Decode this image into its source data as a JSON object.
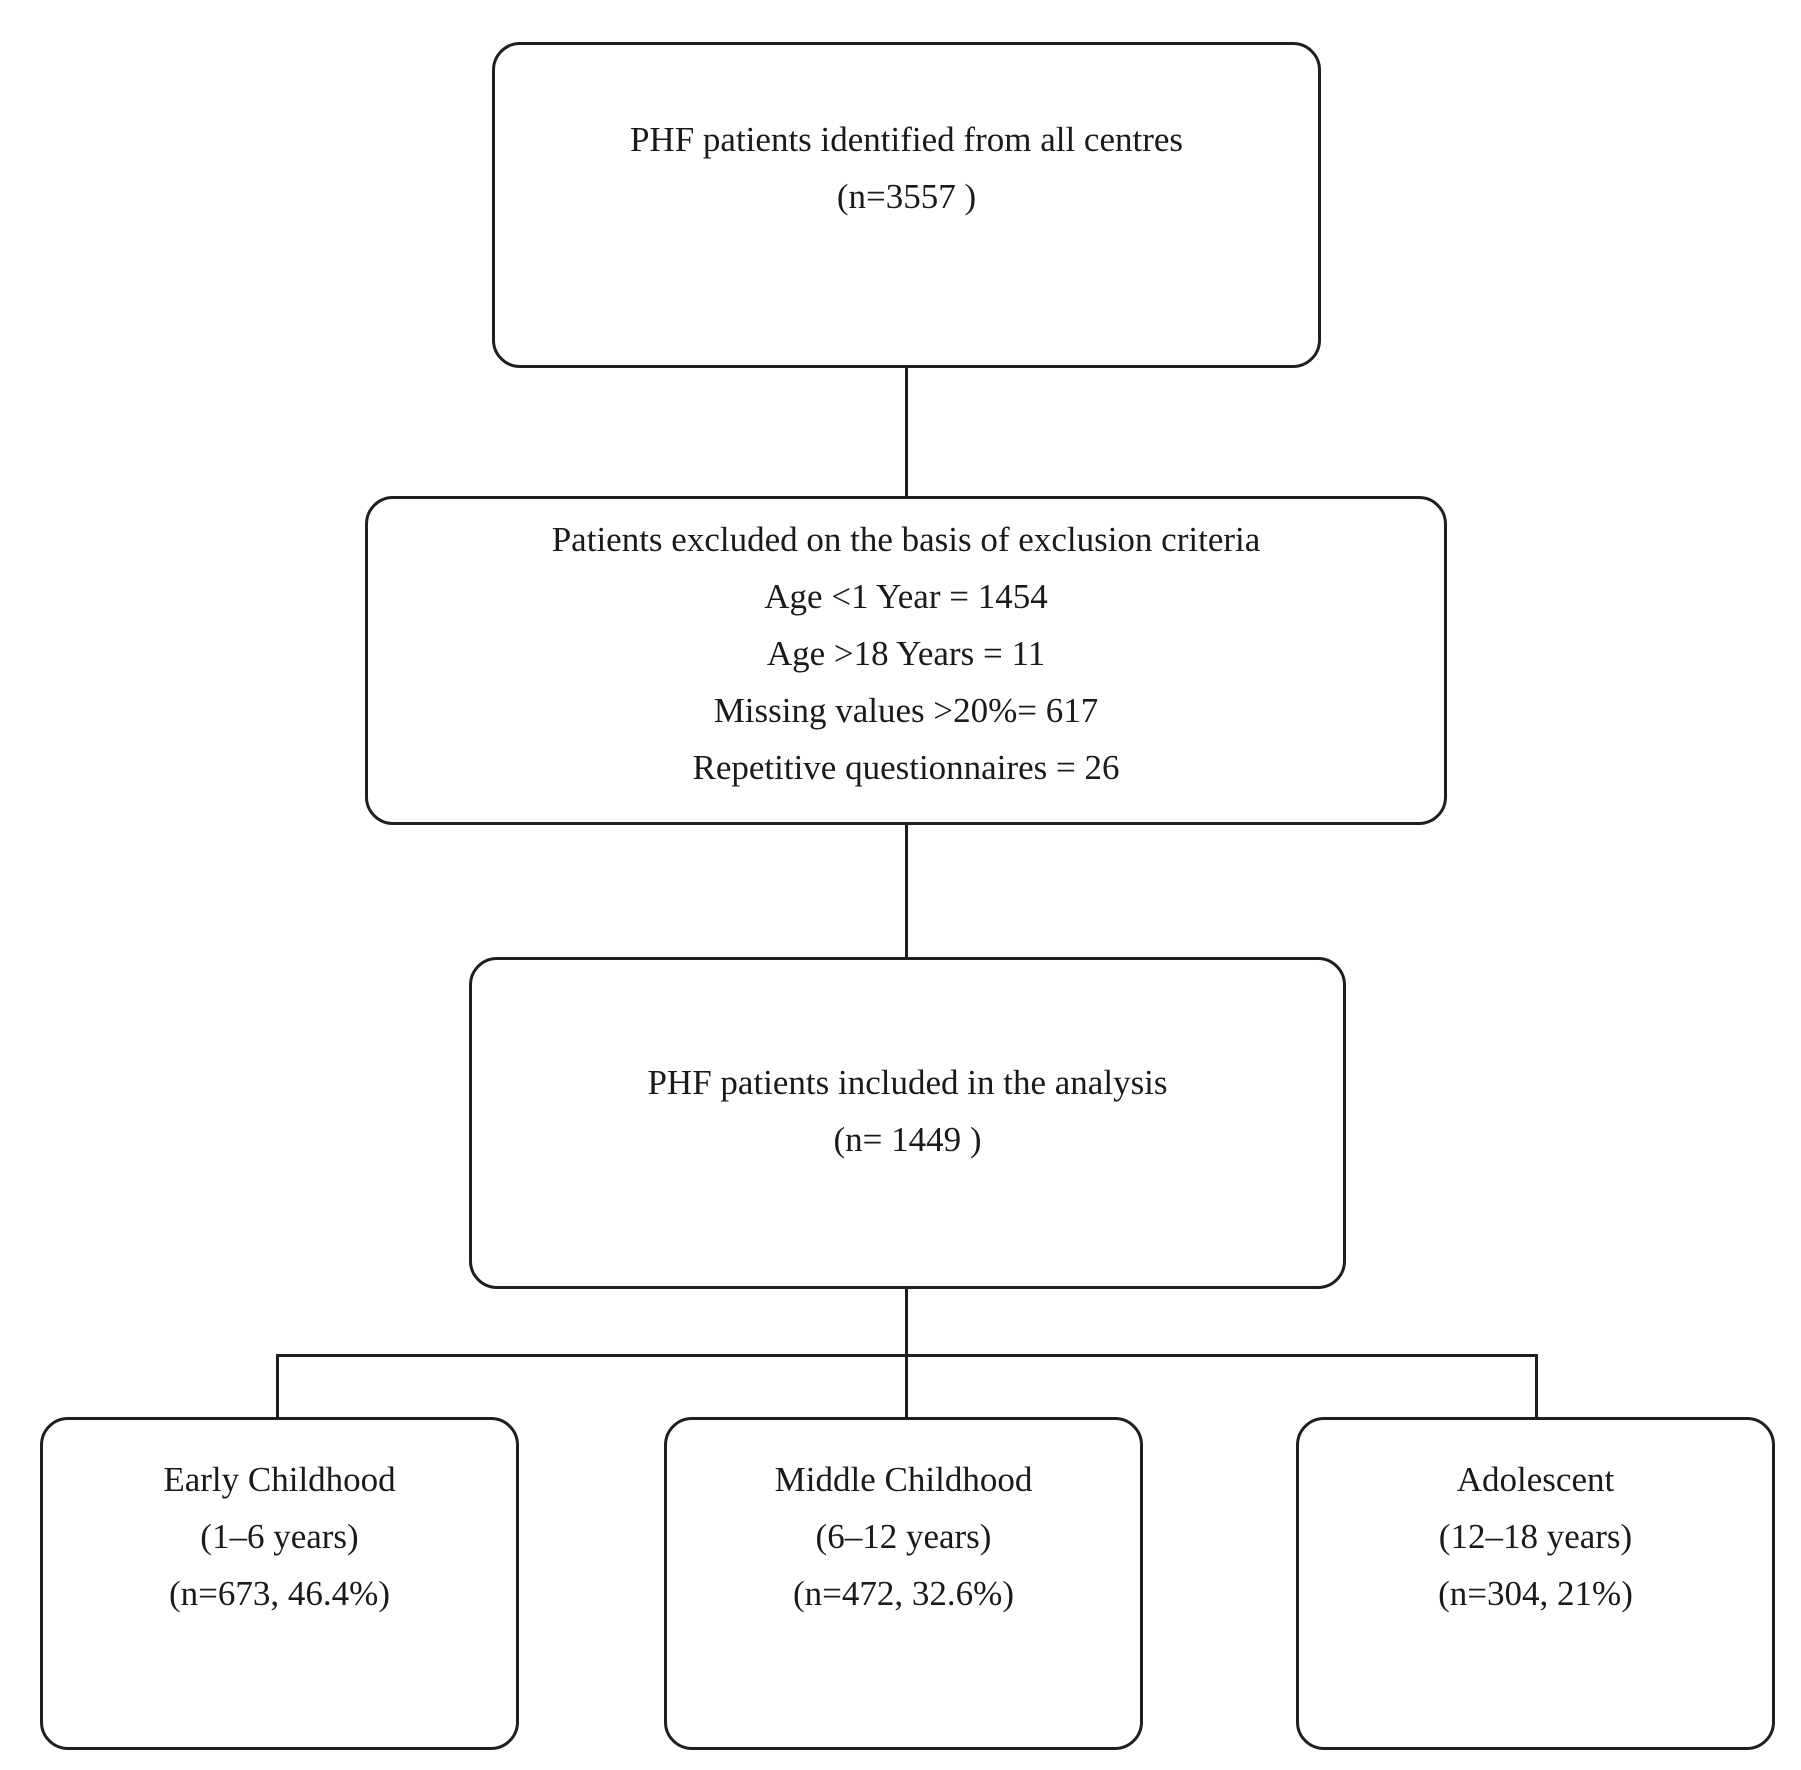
{
  "diagram": {
    "background_color": "#ffffff",
    "line_color": "#1f1f1f",
    "text_color": "#1a1a1a",
    "boxes": [
      {
        "id": "identified-box",
        "lines": [
          "PHF patients identified from all centres",
          "(n=3557 )"
        ]
      },
      {
        "id": "excluded-box",
        "lines": [
          "Patients excluded on the basis of exclusion criteria",
          "Age <1 Year = 1454",
          "Age >18 Years = 11",
          "Missing values >20%= 617",
          "Repetitive questionnaires = 26"
        ]
      },
      {
        "id": "included-box",
        "lines": [
          "PHF patients included in the analysis",
          "(n= 1449 )"
        ]
      },
      {
        "id": "early-childhood-box",
        "lines": [
          "Early Childhood",
          "(1–6 years)",
          "(n=673, 46.4%)"
        ]
      },
      {
        "id": "middle-childhood-box",
        "lines": [
          "Middle Childhood",
          "(6–12 years)",
          "(n=472, 32.6%)"
        ]
      },
      {
        "id": "adolescent-box",
        "lines": [
          "Adolescent",
          "(12–18 years)",
          "(n=304, 21%)"
        ]
      }
    ]
  }
}
